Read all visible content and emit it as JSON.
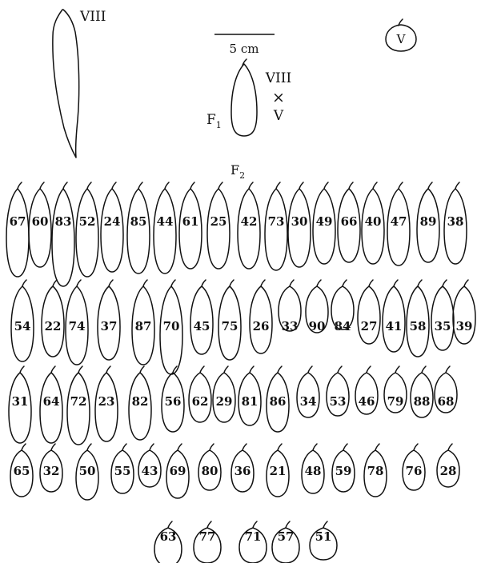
{
  "parents": {
    "long_parent": "VIII",
    "short_parent": "V"
  },
  "scale_bar": "5 cm",
  "f1": {
    "label": "F",
    "subscript": "1",
    "cross_top": "VIII",
    "cross_symbol": "×",
    "cross_bottom": "V"
  },
  "f2": {
    "label": "F",
    "subscript": "2"
  },
  "f2_rows": [
    [
      "67",
      "60",
      "83",
      "52",
      "24",
      "85",
      "44",
      "61",
      "25",
      "42",
      "73",
      "30",
      "49",
      "66",
      "40",
      "47",
      "89",
      "38"
    ],
    [
      "54",
      "22",
      "74",
      "37",
      "87",
      "70",
      "45",
      "75",
      "26",
      "33",
      "90",
      "84",
      "27",
      "41",
      "58",
      "35",
      "39"
    ],
    [
      "31",
      "64",
      "72",
      "23",
      "82",
      "56",
      "62",
      "29",
      "81",
      "86",
      "34",
      "53",
      "46",
      "79",
      "88",
      "68"
    ],
    [
      "65",
      "32",
      "50",
      "55",
      "43",
      "69",
      "80",
      "36",
      "21",
      "48",
      "59",
      "78",
      "76",
      "28"
    ],
    [
      "63",
      "77",
      "71",
      "57",
      "51"
    ]
  ]
}
